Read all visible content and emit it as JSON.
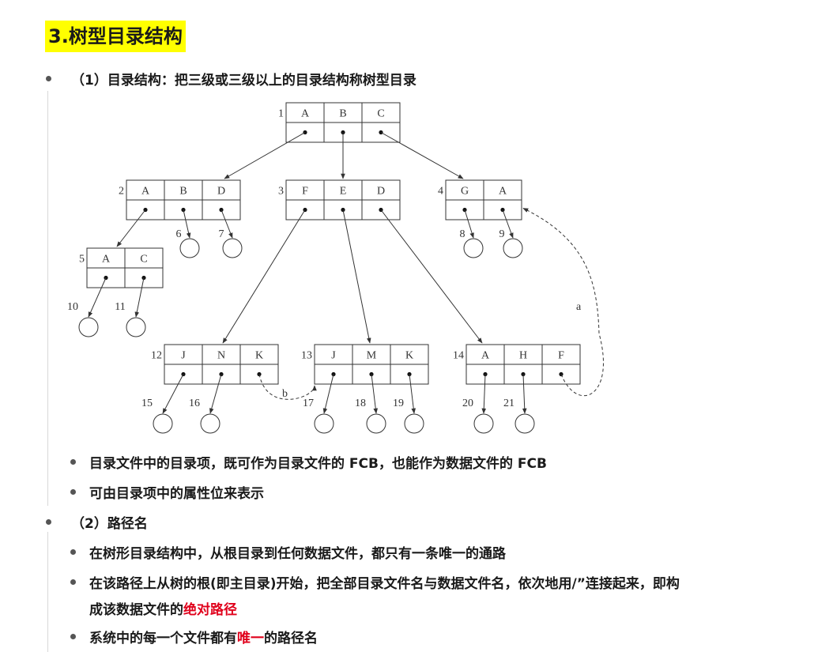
{
  "heading": "3.树型目录结构",
  "sections": [
    {
      "title": "（1）目录结构：把三级或三级以上的目录结构称树型目录",
      "items": [
        "目录文件中的目录项，既可作为目录文件的 FCB，也能作为数据文件的 FCB",
        "可由目录项中的属性位来表示"
      ]
    },
    {
      "title": "（2）路径名",
      "items": [
        "在树形目录结构中，从根目录到任何数据文件，都只有一条唯一的通路"
      ],
      "item2_part1": "在该路径上从树的根(即主目录)开始，把全部目录文件名与数据文件名，依次地用/”连接起来，即构",
      "item2_part2": "成该数据文件的",
      "item2_highlight": "绝对路径",
      "item3_part1": "系统中的每一个文件都有",
      "item3_highlight": "唯一",
      "item3_part2": "的路径名"
    }
  ],
  "diagram": {
    "dirs": [
      {
        "id": "1",
        "names": [
          "A",
          "B",
          "C"
        ]
      },
      {
        "id": "2",
        "names": [
          "A",
          "B",
          "D"
        ]
      },
      {
        "id": "3",
        "names": [
          "F",
          "E",
          "D"
        ]
      },
      {
        "id": "4",
        "names": [
          "G",
          "A"
        ]
      },
      {
        "id": "5",
        "names": [
          "A",
          "C"
        ]
      },
      {
        "id": "12",
        "names": [
          "J",
          "N",
          "K"
        ]
      },
      {
        "id": "13",
        "names": [
          "J",
          "M",
          "K"
        ]
      },
      {
        "id": "14",
        "names": [
          "A",
          "H",
          "F"
        ]
      }
    ],
    "files": [
      "6",
      "7",
      "8",
      "9",
      "10",
      "11",
      "15",
      "16",
      "17",
      "18",
      "19",
      "20",
      "21"
    ],
    "link_labels": [
      "a",
      "b"
    ]
  },
  "colors": {
    "highlight": "#ffff00",
    "accent_red": "#e0001b"
  }
}
